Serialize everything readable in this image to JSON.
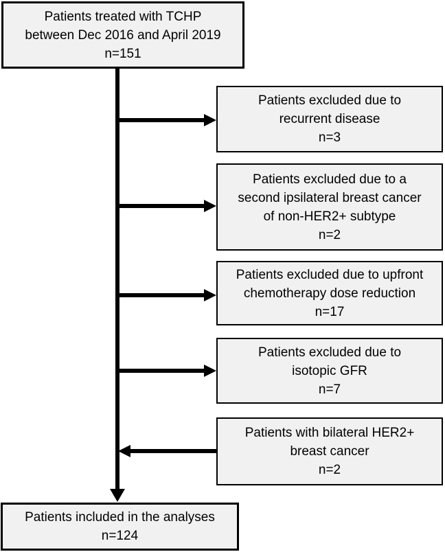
{
  "diagram": {
    "type": "flowchart",
    "colors": {
      "background": "#ffffff",
      "box_fill": "#f1f1f1",
      "box_border": "#000000",
      "arrow": "#000000",
      "text": "#000000"
    },
    "nodes": [
      {
        "id": "source",
        "n": 151,
        "text": "Patients treated with TCHP\nbetween Dec 2016 and April 2019\nn=151"
      },
      {
        "id": "excluded-recurrent-disease",
        "n": 3,
        "text": "Patients excluded due to\nrecurrent disease\nn=3"
      },
      {
        "id": "excluded-second-ipsilateral",
        "n": 2,
        "text": "Patients excluded due to a\nsecond ipsilateral breast cancer\nof non-HER2+ subtype\nn=2"
      },
      {
        "id": "excluded-upfront-dose-reduction",
        "n": 17,
        "text": "Patients excluded due to upfront\nchemotherapy dose reduction\nn=17"
      },
      {
        "id": "excluded-isotopic-gfr",
        "n": 7,
        "text": "Patients excluded due to\nisotopic GFR\nn=7"
      },
      {
        "id": "bilateral-her2-inflow",
        "n": 2,
        "text": "Patients with bilateral HER2+\nbreast cancer\nn=2"
      },
      {
        "id": "included-in-analyses",
        "n": 124,
        "text": "Patients included in the analyses\nn=124"
      }
    ]
  }
}
